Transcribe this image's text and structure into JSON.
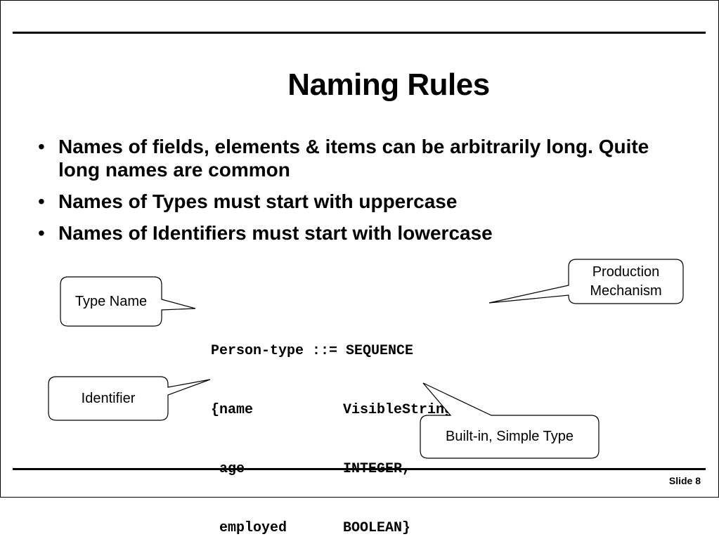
{
  "slide": {
    "title": "Naming Rules",
    "bullets": [
      "Names of fields, elements & items can be arbitrarily long. Quite long names are common",
      "Names of Types must start with uppercase",
      "Names of Identifiers must start with lowercase"
    ],
    "bullet_glyph": "•",
    "code": {
      "line1": "Person-type ::= SEQUENCE",
      "rows": [
        {
          "left": "{name",
          "right": "VisibleString"
        },
        {
          "left": " age",
          "right": "INTEGER,"
        },
        {
          "left": " employed",
          "right": "BOOLEAN}"
        }
      ]
    },
    "callouts": {
      "type_name": "Type Name",
      "identifier": "Identifier",
      "production_line1": "Production",
      "production_line2": "Mechanism",
      "builtin": "Built-in, Simple Type"
    },
    "footer": "Slide 8"
  }
}
